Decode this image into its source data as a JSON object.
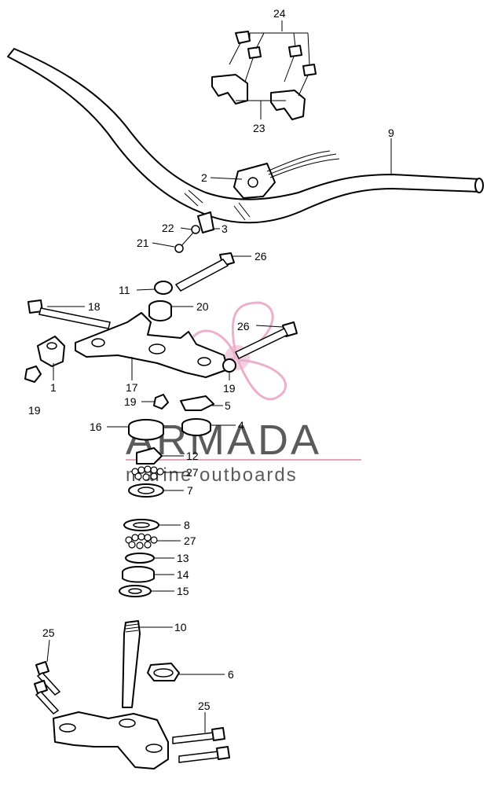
{
  "callouts": {
    "c1": "1",
    "c2": "2",
    "c3": "3",
    "c4": "4",
    "c5": "5",
    "c6": "6",
    "c7": "7",
    "c8": "8",
    "c9": "9",
    "c10": "10",
    "c11": "11",
    "c12": "12",
    "c13": "13",
    "c14": "14",
    "c15": "15",
    "c16": "16",
    "c17": "17",
    "c18": "18",
    "c19a": "19",
    "c19b": "19",
    "c19c": "19",
    "c20": "20",
    "c21": "21",
    "c22": "22",
    "c23": "23",
    "c24": "24",
    "c25a": "25",
    "c25b": "25",
    "c26a": "26",
    "c26b": "26",
    "c27a": "27",
    "c27b": "27"
  },
  "watermark": {
    "brand": "ARMADA",
    "tagline": "marine outboards",
    "accent_color": "#e8a3c4",
    "text_color": "#5b5b5b"
  }
}
